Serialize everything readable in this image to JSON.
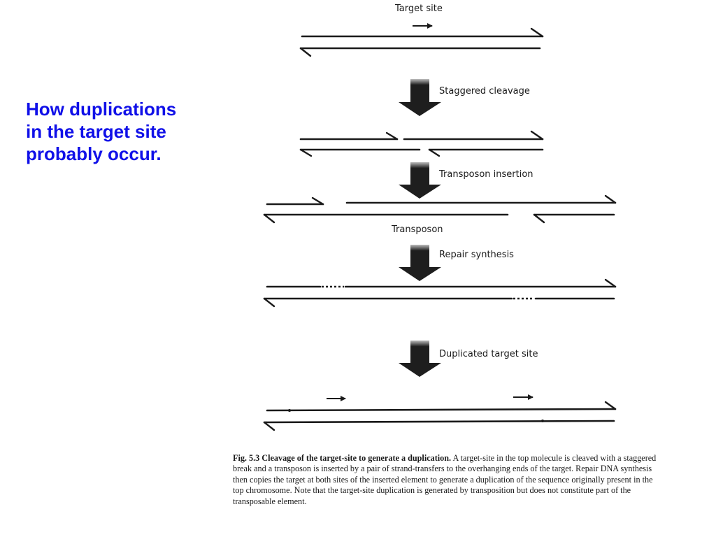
{
  "slide": {
    "title": "How duplications\nin the target site\nprobably occur.",
    "title_color": "#1010e8"
  },
  "figure": {
    "top_label": "Target site",
    "steps": [
      {
        "label": "Staggered cleavage"
      },
      {
        "label": "Transposon insertion"
      },
      {
        "label": "Repair synthesis"
      },
      {
        "label": "Duplicated target site"
      }
    ],
    "transposon_label": "Transposon",
    "caption": {
      "heading": "Fig. 5.3  Cleavage of the target-site to generate a duplication.",
      "body": " A target-site in the top molecule is cleaved with a staggered break and a transposon is inserted by a pair of strand-transfers to the overhanging ends of the target. Repair DNA synthesis then copies the target at both sites of the inserted element to generate a duplication of the sequence originally present in the top chromosome. Note that the target-site duplication is generated by transposition but does not constitute part of the transposable element."
    }
  }
}
